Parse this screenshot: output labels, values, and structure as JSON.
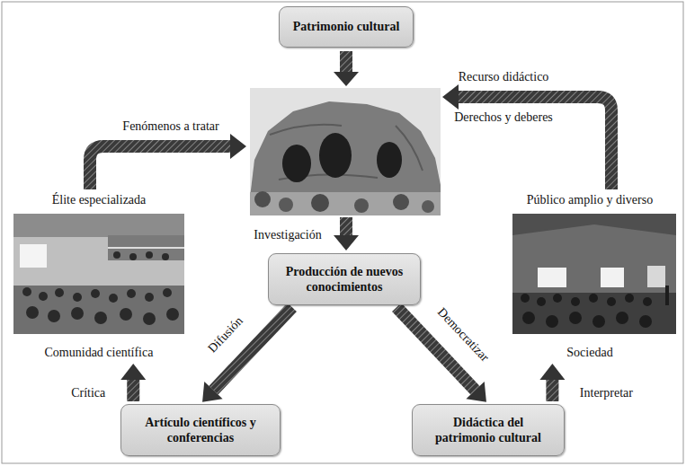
{
  "diagram": {
    "nodes": [
      {
        "text": [
          "Patrimonio cultural"
        ]
      },
      {
        "text": [
          "Élite especializada",
          "Comunidad científica"
        ]
      },
      {
        "text": [
          "Público amplio y diverso",
          "Sociedad"
        ]
      },
      {
        "text": [
          "Producción de nuevos conocimientos"
        ]
      },
      {
        "text": [
          "Artículo científicos y conferencias"
        ]
      },
      {
        "text": [
          "Didáctica del patrimonio cultural"
        ]
      }
    ],
    "edges": [
      {
        "from": 3,
        "to": 4,
        "label": "Difusión",
        "arrow": "to"
      },
      {
        "from": 3,
        "to": 5,
        "label": "Democratizar",
        "arrow": "to"
      },
      {
        "from": 4,
        "to": 1,
        "label": "Crítica",
        "arrow": "to"
      },
      {
        "from": 5,
        "to": 2,
        "label": "Interpretar",
        "arrow": "to"
      }
    ],
    "labels": [
      "Fenómenos a tratar",
      "Recurso didáctico",
      "Derechos y deberes",
      "Investigación"
    ]
  }
}
